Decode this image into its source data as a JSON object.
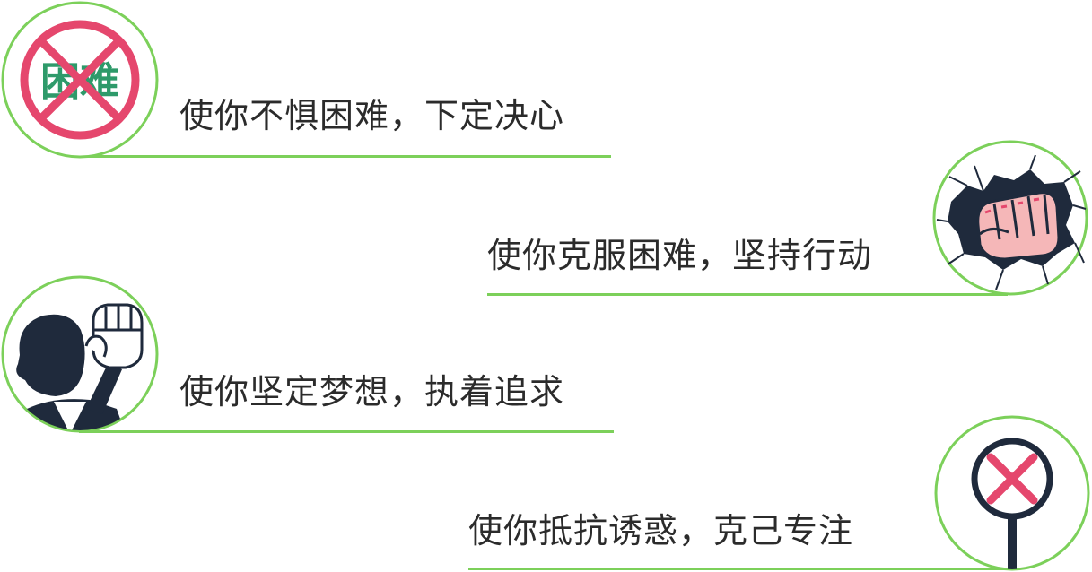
{
  "items": [
    {
      "text": "使你不惧困难，下定决心",
      "icon": "no-difficulty-icon",
      "icon_text": "困难"
    },
    {
      "text": "使你克服困难，坚持行动",
      "icon": "fist-breaking-wall-icon"
    },
    {
      "text": "使你坚定梦想，执着追求",
      "icon": "raised-fist-person-icon"
    },
    {
      "text": "使你抵抗诱惑，克己专注",
      "icon": "x-sign-icon"
    }
  ],
  "colors": {
    "accent_green": "#7cd05a",
    "forbid_red": "#e5476d",
    "dark_navy": "#1f2a3c",
    "icon_text_green": "#2e9a6a"
  }
}
